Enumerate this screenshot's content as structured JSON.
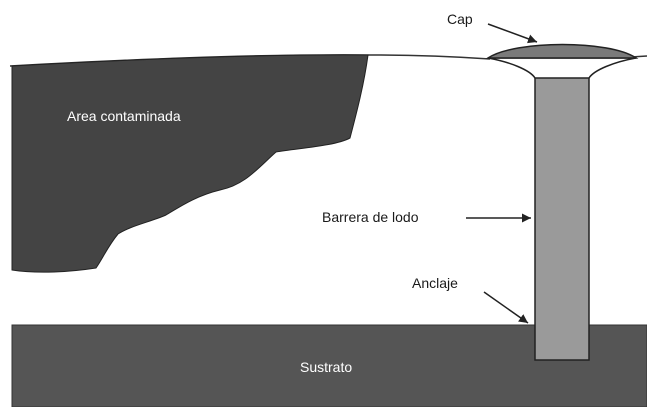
{
  "labels": {
    "cap": "Cap",
    "contaminated_area": "Area contaminada",
    "slurry_barrier": "Barrera de lodo",
    "anchor": "Anclaje",
    "substrate": "Sustrato"
  },
  "colors": {
    "contaminated_area": "#444444",
    "substrate": "#555555",
    "barrier_wall": "#9a9a9a",
    "cap": "#7a7a7a",
    "outline": "#222222",
    "label_on_dark": "#ffffff",
    "label_on_light": "#1a1a1a"
  }
}
